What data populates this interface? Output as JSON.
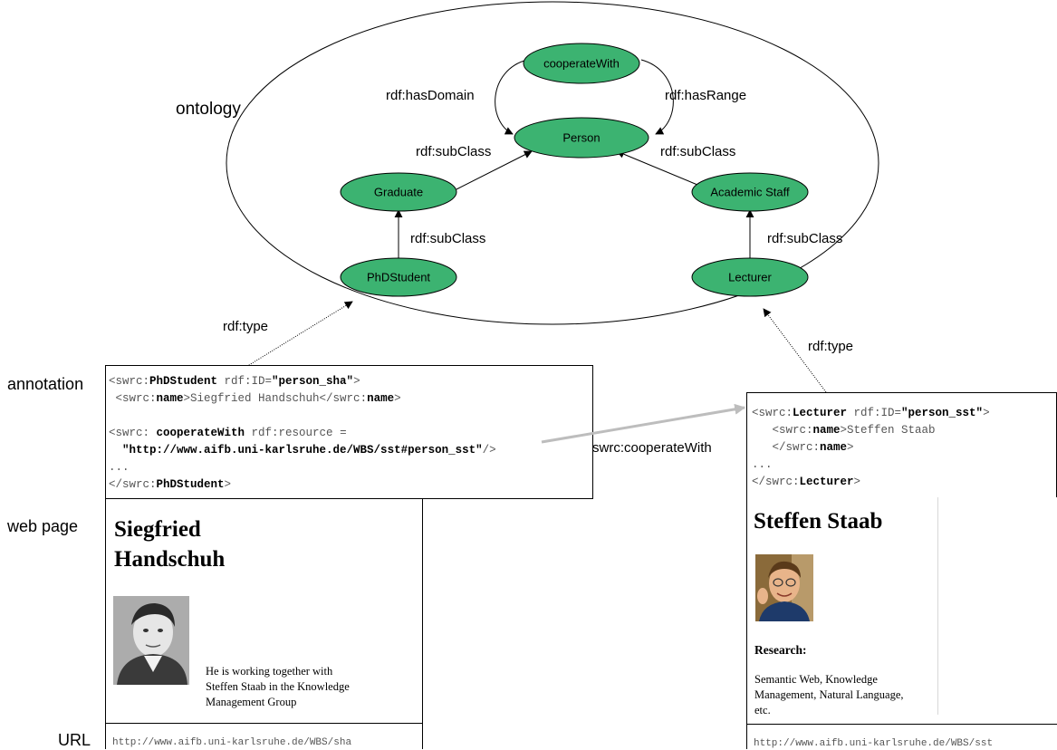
{
  "ontology": {
    "label": "ontology",
    "nodes": {
      "cooperate_with": "cooperateWith",
      "person": "Person",
      "graduate": "Graduate",
      "academic_staff": "Academic Staff",
      "phd_student": "PhDStudent",
      "lecturer": "Lecturer"
    },
    "edge_labels": {
      "has_domain": "rdf:hasDomain",
      "has_range": "rdf:hasRange",
      "subclass_graduate": "rdf:subClass",
      "subclass_staff": "rdf:subClass",
      "subclass_phd": "rdf:subClass",
      "subclass_lecturer": "rdf:subClass"
    },
    "node_color": "#3cb371"
  },
  "links": {
    "type_left": "rdf:type",
    "type_right": "rdf:type",
    "cooperate": "swrc:cooperateWith"
  },
  "row_labels": {
    "annotation": "annotation",
    "web_page": "web page",
    "url": "URL"
  },
  "left": {
    "annotation": {
      "l1_open": "<swrc:",
      "l1_class": "PhDStudent",
      "l1_attr": " rdf:ID=",
      "l1_id": "\"person_sha\"",
      "l1_close": ">",
      "l2_open": " <swrc:",
      "l2_tag": "name",
      "l2_value": ">Siegfried Handschuh</swrc:",
      "l2_tag2": "name",
      "l2_close": ">",
      "l3_open": "<swrc: ",
      "l3_prop": "cooperateWith",
      "l3_attr": " rdf:resource =",
      "l4_indent": "  ",
      "l4_url_start": "\"http://www.aifb.uni-karlsruhe.de/WBS/sst#",
      "l4_url_id": "person_sst\"",
      "l4_close": "/>",
      "l5_dots": "...",
      "l6_open": "</swrc:",
      "l6_class": "PhDStudent",
      "l6_close": ">"
    },
    "page": {
      "name_line1": "Siegfried",
      "name_line2": "Handschuh",
      "text_line1": "He is working together with",
      "text_line2": "Steffen Staab in the Knowledge",
      "text_line3": "Management Group"
    },
    "url": "http://www.aifb.uni-karlsruhe.de/WBS/sha"
  },
  "right": {
    "annotation": {
      "l1_open": "<swrc:",
      "l1_class": "Lecturer",
      "l1_attr": " rdf:ID=",
      "l1_id": "\"person_sst\"",
      "l1_close": ">",
      "l2_open": "   <swrc:",
      "l2_tag": "name",
      "l2_value": ">Steffen Staab",
      "l3_open": "   </swrc:",
      "l3_tag": "name",
      "l3_close": ">",
      "l4_dots": "...",
      "l5_open": "</swrc:",
      "l5_class": "Lecturer",
      "l5_close": ">"
    },
    "page": {
      "name": "Steffen Staab",
      "research_heading": "Research:",
      "research_line1": "Semantic Web, Knowledge",
      "research_line2": "Management, Natural Language,",
      "research_line3": "etc."
    },
    "url": "http://www.aifb.uni-karlsruhe.de/WBS/sst"
  }
}
